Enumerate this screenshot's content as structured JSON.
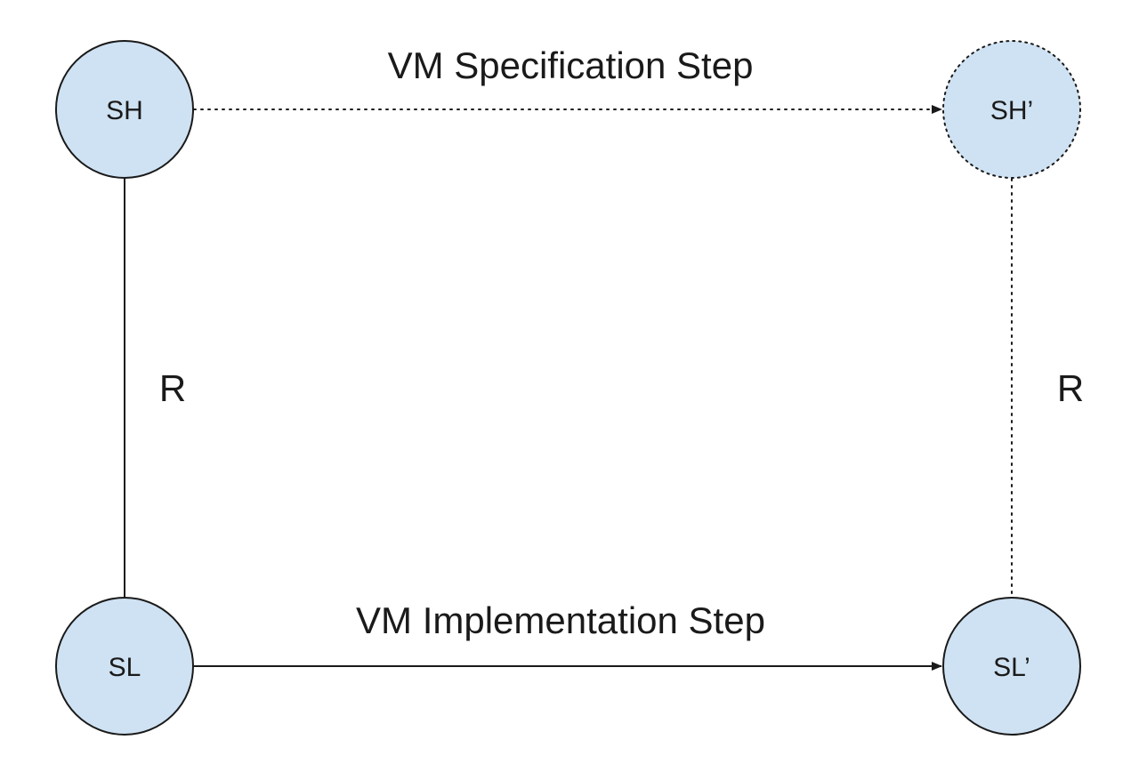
{
  "colors": {
    "node_fill": "#cfe2f3",
    "stroke": "#1a1a1a",
    "text": "#1a1a1a"
  },
  "nodes": {
    "sh": {
      "label": "SH"
    },
    "sh_prime": {
      "label": "SH’"
    },
    "sl": {
      "label": "SL"
    },
    "sl_prime": {
      "label": "SL’"
    }
  },
  "edges": {
    "spec_step": {
      "label": "VM Specification Step",
      "from": "SH",
      "to": "SH’",
      "style": "dotted",
      "arrow": true
    },
    "impl_step": {
      "label": "VM Implementation Step",
      "from": "SL",
      "to": "SL’",
      "style": "solid",
      "arrow": true
    },
    "relation_left": {
      "label": "R",
      "from": "SH",
      "to": "SL",
      "style": "solid",
      "arrow": false
    },
    "relation_right": {
      "label": "R",
      "from": "SH’",
      "to": "SL’",
      "style": "dotted",
      "arrow": false
    }
  }
}
